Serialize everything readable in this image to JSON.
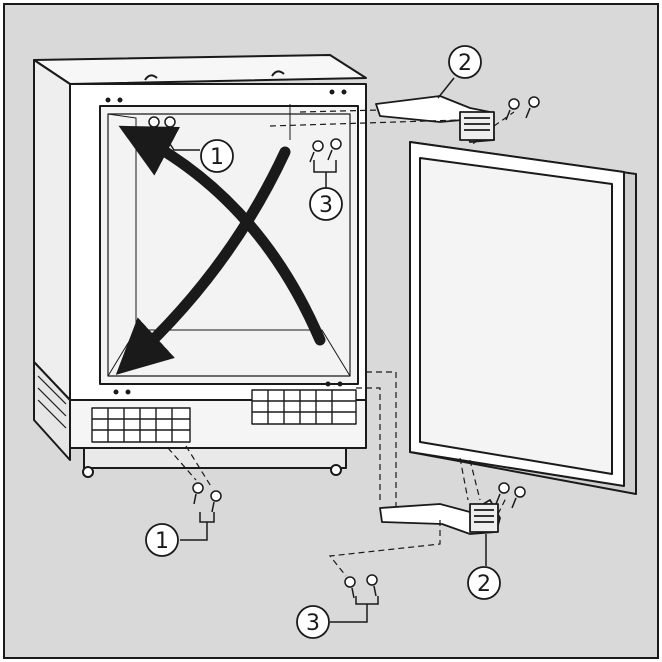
{
  "callouts": {
    "c1_top": "1",
    "c1_bottom": "1",
    "c2_top": "2",
    "c2_bottom": "2",
    "c3_top": "3",
    "c3_bottom": "3"
  },
  "colors": {
    "frame": "#d9d9d9",
    "background": "#ffffff",
    "ink": "#1a1a1a",
    "door_face": "#f4f4f4",
    "cabinet_side": "#eeeeee"
  },
  "icons": [
    "cross-mark-icon",
    "screw-icon",
    "hinge-icon"
  ]
}
